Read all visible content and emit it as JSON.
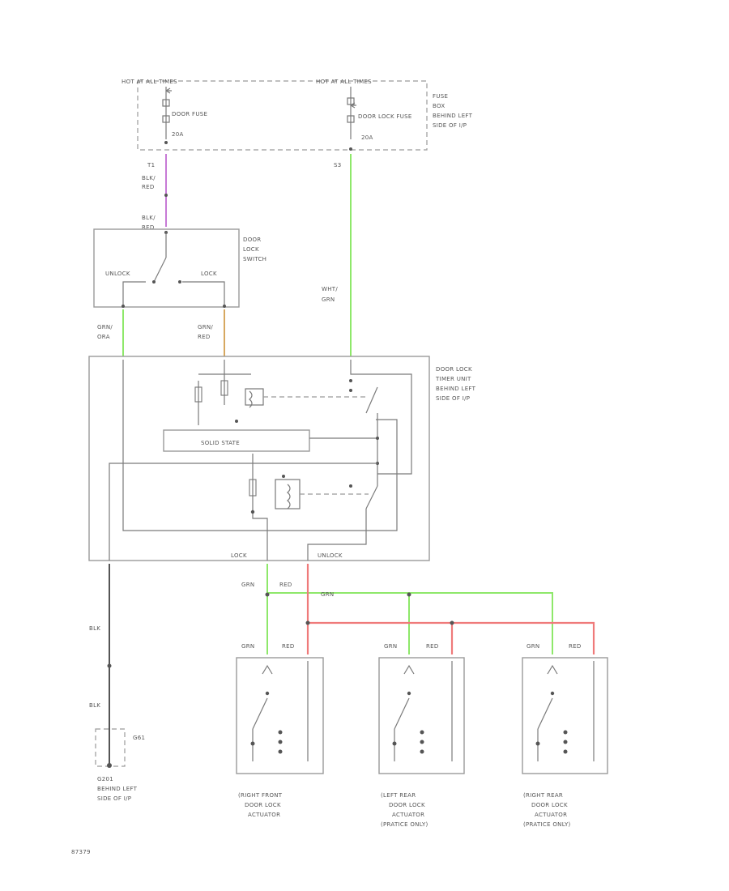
{
  "fuses": {
    "hot_left": "HOT AT ALL TIMES",
    "hot_right": "HOT AT ALL TIMES",
    "left_fuse": "DOOR FUSE",
    "left_amp": "20A",
    "right_fuse": "DOOR LOCK FUSE",
    "right_amp": "20A",
    "fuse_box_label": [
      "FUSE",
      "BOX",
      "BEHIND LEFT",
      "SIDE OF I/P"
    ],
    "left_pin": "T1",
    "right_pin": "S3"
  },
  "wires": {
    "blk_red_1": [
      "BLK/",
      "RED"
    ],
    "blk_red_2": [
      "BLK/",
      "RED"
    ],
    "wht_grn": [
      "WHT/",
      "GRN"
    ],
    "grn_ora": [
      "GRN/",
      "ORA"
    ],
    "grn_red": [
      "GRN/",
      "RED"
    ],
    "grn": "GRN",
    "red": "RED",
    "blk": "BLK"
  },
  "lock_switch": {
    "title": [
      "DOOR",
      "LOCK",
      "SWITCH"
    ],
    "unlock": "UNLOCK",
    "lock": "LOCK"
  },
  "timer_unit": {
    "title": [
      "DOOR LOCK",
      "TIMER UNIT",
      "BEHIND LEFT",
      "SIDE OF I/P"
    ],
    "solid_state": "SOLID STATE",
    "lock_label": "LOCK",
    "unlock_label": "UNLOCK"
  },
  "ground": {
    "id": "G61",
    "label": [
      "G201",
      "BEHIND LEFT",
      "SIDE OF I/P"
    ]
  },
  "actuators": [
    {
      "label": [
        "(RIGHT FRONT",
        "DOOR LOCK",
        "ACTUATOR"
      ],
      "left_wire": "GRN",
      "right_wire": "RED"
    },
    {
      "label": [
        "(LEFT REAR",
        "DOOR LOCK",
        "ACTUATOR",
        "(PRATICE ONLY)"
      ],
      "left_wire": "GRN",
      "right_wire": "RED"
    },
    {
      "label": [
        "(RIGHT REAR",
        "DOOR LOCK",
        "ACTUATOR",
        "(PRATICE ONLY)"
      ],
      "left_wire": "GRN",
      "right_wire": "RED"
    }
  ],
  "diagram_id": "87379"
}
